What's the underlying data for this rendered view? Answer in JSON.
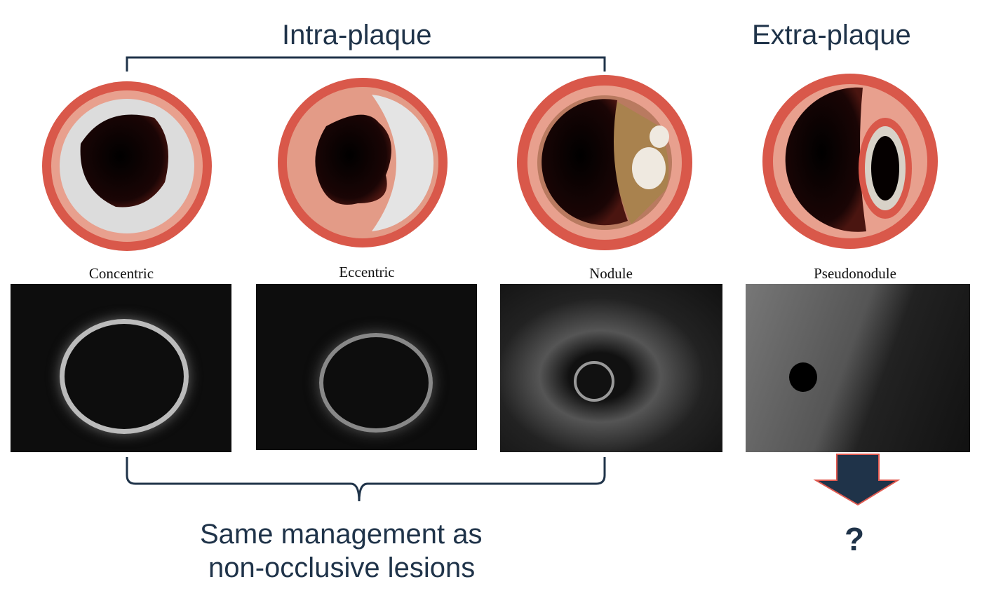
{
  "headers": {
    "intra": "Intra-plaque",
    "extra": "Extra-plaque"
  },
  "panels": [
    {
      "label": "Concentric"
    },
    {
      "label": "Eccentric"
    },
    {
      "label": "Nodule"
    },
    {
      "label": "Pseudonodule"
    }
  ],
  "conclusion": {
    "line1": "Same management as",
    "line2": "non-occlusive lesions"
  },
  "unknown": "?",
  "colors": {
    "text": "#1f3349",
    "vessel": "#d9584a",
    "media": "#e8a08e",
    "lumen": "#0a0202"
  }
}
